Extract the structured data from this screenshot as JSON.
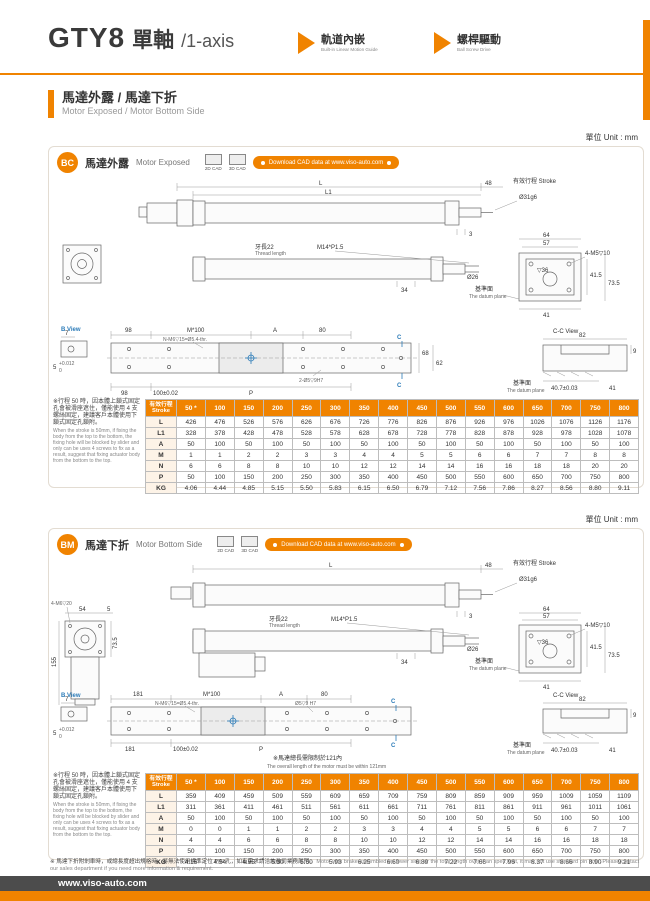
{
  "header": {
    "model": "GTY8",
    "title_cn": "單軸",
    "title_axis": "/1-axis",
    "features": [
      {
        "cn": "軌道內嵌",
        "en": "Built-in Linear Motion Guide"
      },
      {
        "cn": "螺桿驅動",
        "en": "Ball Screw Drive"
      }
    ]
  },
  "section_header": {
    "title_cn": "馬達外露 / 馬達下折",
    "title_en": "Motor Exposed / Motor Bottom Side"
  },
  "unit_label": "單位 Unit : mm",
  "cad": {
    "cad2d": "2D CAD",
    "cad3d": "3D CAD",
    "download": "Download CAD data at www.viso-auto.com"
  },
  "bc": {
    "badge": "BC",
    "name_cn": "馬達外露",
    "name_en": "Motor Exposed",
    "dims": {
      "L": "L",
      "L1": "L1",
      "d48": "48",
      "stroke_label": "有效行程 Stroke",
      "rod_dia": "Ø31g6",
      "d3": "3",
      "thread_cn": "牙長22",
      "thread_en": "Thread length",
      "thread_spec": "M14*P1.5",
      "d26": "Ø26",
      "d34": "34",
      "d64": "64",
      "d57": "57",
      "d36": "▽36",
      "corner_holes": "4-M5▽10",
      "datum_cn": "基準面",
      "datum_en": "The datum plane",
      "d41": "41",
      "d41_5": "41.5",
      "d73_5": "73.5",
      "d98_left": "98",
      "pitch": "M*100",
      "A": "A",
      "d80": "80",
      "hole_callout": "N-M6▽15=Ø5.4-thr.",
      "B": "B",
      "C": "C",
      "d68": "68",
      "d62": "62",
      "pin_callout": "2-Ø5▽9H7",
      "P": "P",
      "d98_right": "98",
      "tol100": "100±0.02",
      "b_view": "B View",
      "d7": "7",
      "d5": "5",
      "d5_tol_hi": "+0.012",
      "d5_tol_lo": "0",
      "cc_view": "C-C View",
      "d82": "82",
      "d9": "9",
      "d40_7": "40.7±0.03",
      "d41_cc": "41"
    },
    "note_cn": "※行程 50 時，因本體上鎖式固定孔會被滑座遮住，僅能使用 4 支螺絲固定，建議客戶本體使用下鎖式固定孔鎖附。",
    "note_en": "When the stroke is 50mm, if fixing the body from the top to the bottom, the fixing hole will be blocked by slider and only can be uses 4 screws to fix as a result, suggest that fixing actuator body from the bottom to the top.",
    "table": {
      "corner_cn": "有效行程",
      "corner_en": "Stroke",
      "columns": [
        "50 *",
        "100",
        "150",
        "200",
        "250",
        "300",
        "350",
        "400",
        "450",
        "500",
        "550",
        "600",
        "650",
        "700",
        "750",
        "800"
      ],
      "rows": [
        {
          "label": "L",
          "values": [
            "426",
            "476",
            "526",
            "576",
            "626",
            "676",
            "726",
            "776",
            "826",
            "876",
            "926",
            "976",
            "1026",
            "1076",
            "1126",
            "1176"
          ]
        },
        {
          "label": "L1",
          "values": [
            "328",
            "378",
            "428",
            "478",
            "528",
            "578",
            "628",
            "678",
            "728",
            "778",
            "828",
            "878",
            "928",
            "978",
            "1028",
            "1078"
          ]
        },
        {
          "label": "A",
          "values": [
            "50",
            "100",
            "50",
            "100",
            "50",
            "100",
            "50",
            "100",
            "50",
            "100",
            "50",
            "100",
            "50",
            "100",
            "50",
            "100"
          ]
        },
        {
          "label": "M",
          "values": [
            "1",
            "1",
            "2",
            "2",
            "3",
            "3",
            "4",
            "4",
            "5",
            "5",
            "6",
            "6",
            "7",
            "7",
            "8",
            "8"
          ]
        },
        {
          "label": "N",
          "values": [
            "6",
            "6",
            "8",
            "8",
            "10",
            "10",
            "12",
            "12",
            "14",
            "14",
            "16",
            "16",
            "18",
            "18",
            "20",
            "20"
          ]
        },
        {
          "label": "P",
          "values": [
            "50",
            "100",
            "150",
            "200",
            "250",
            "300",
            "350",
            "400",
            "450",
            "500",
            "550",
            "600",
            "650",
            "700",
            "750",
            "800"
          ]
        },
        {
          "label": "KG",
          "values": [
            "4.06",
            "4.44",
            "4.85",
            "5.15",
            "5.50",
            "5.83",
            "6.15",
            "6.50",
            "6.79",
            "7.12",
            "7.56",
            "7.86",
            "8.27",
            "8.56",
            "8.80",
            "9.11"
          ]
        }
      ]
    }
  },
  "bm": {
    "badge": "BM",
    "name_cn": "馬達下折",
    "name_en": "Motor Bottom Side",
    "dims": {
      "L": "L",
      "d48": "48",
      "stroke_label": "有效行程 Stroke",
      "rod_dia": "Ø31g6",
      "d3": "3",
      "corner_holes_side": "4-M6▽20",
      "d54": "54",
      "d5_offset": "5",
      "d155": "155",
      "d73_5_side": "73.5",
      "thread_cn": "牙長22",
      "thread_en": "Thread length",
      "thread_spec": "M14*P1.5",
      "d26": "Ø26",
      "d34": "34",
      "d64": "64",
      "d57": "57",
      "d36": "▽36",
      "corner_holes": "4-M5▽10",
      "datum_cn": "基準面",
      "datum_en": "The datum plane",
      "d41": "41",
      "d41_5": "41.5",
      "d73_5": "73.5",
      "d181_left": "181",
      "pitch": "M*100",
      "A": "A",
      "d80": "80",
      "hole_callout": "N-M6▽15=Ø5.4-thr.",
      "pin_callout": "Ø5▽9 H7",
      "B": "B",
      "C": "C",
      "d181_bottom": "181",
      "tol100": "100±0.02",
      "P": "P",
      "motor_note_cn": "※馬達總長需限制於121內",
      "motor_note_en": "The overall length of the motor must be within 121mm",
      "b_view": "B View",
      "d7": "7",
      "d5": "5",
      "d5_tol_hi": "+0.012",
      "d5_tol_lo": "0",
      "cc_view": "C-C View",
      "d82": "82",
      "d9": "9",
      "d40_7": "40.7±0.03",
      "d41_cc": "41"
    },
    "note_cn": "※行程 50 時，因本體上鎖式固定孔會被滑座遮住，僅能使用 4 支螺絲固定，建議客戶本體使用下鎖式固定孔鎖附。",
    "note_en": "When the stroke is 50mm, if fixing the body from the top to the bottom, the fixing hole will be blocked by slider and only can be uses 4 screws to fix as a result, suggest that fixing actuator body from the bottom to the top.",
    "table": {
      "corner_cn": "有效行程",
      "corner_en": "Stroke",
      "columns": [
        "50 *",
        "100",
        "150",
        "200",
        "250",
        "300",
        "350",
        "400",
        "450",
        "500",
        "550",
        "600",
        "650",
        "700",
        "750",
        "800"
      ],
      "rows": [
        {
          "label": "L",
          "values": [
            "359",
            "409",
            "459",
            "509",
            "559",
            "609",
            "659",
            "709",
            "759",
            "809",
            "859",
            "909",
            "959",
            "1009",
            "1059",
            "1109"
          ]
        },
        {
          "label": "L1",
          "values": [
            "311",
            "361",
            "411",
            "461",
            "511",
            "561",
            "611",
            "661",
            "711",
            "761",
            "811",
            "861",
            "911",
            "961",
            "1011",
            "1061"
          ]
        },
        {
          "label": "A",
          "values": [
            "50",
            "100",
            "50",
            "100",
            "50",
            "100",
            "50",
            "100",
            "50",
            "100",
            "50",
            "100",
            "50",
            "100",
            "50",
            "100"
          ]
        },
        {
          "label": "M",
          "values": [
            "0",
            "0",
            "1",
            "1",
            "2",
            "2",
            "3",
            "3",
            "4",
            "4",
            "5",
            "5",
            "6",
            "6",
            "7",
            "7"
          ]
        },
        {
          "label": "N",
          "values": [
            "4",
            "4",
            "6",
            "6",
            "8",
            "8",
            "10",
            "10",
            "12",
            "12",
            "14",
            "14",
            "16",
            "16",
            "18",
            "18"
          ]
        },
        {
          "label": "P",
          "values": [
            "50",
            "100",
            "150",
            "200",
            "250",
            "300",
            "350",
            "400",
            "450",
            "500",
            "550",
            "600",
            "650",
            "700",
            "750",
            "800"
          ]
        },
        {
          "label": "KG",
          "values": [
            "4.16",
            "4.54",
            "4.95",
            "5.30",
            "5.60",
            "5.93",
            "6.25",
            "6.60",
            "6.89",
            "7.22",
            "7.66",
            "7.96",
            "8.37",
            "8.66",
            "8.90",
            "9.21"
          ]
        }
      ]
    }
  },
  "footer": {
    "note_cn": "※ 馬達下折附剎車時，或總長度超出規格時，將無法使用標準定位 PIN 孔，如有需求請洽詢敝司業務部門。",
    "note_en": "Motor with brake assembled on lower side, or the total length over than spec limit, it may not use standard pin hole. Please contact our sales department if you need more information & requirement.",
    "url": "www.viso-auto.com"
  }
}
